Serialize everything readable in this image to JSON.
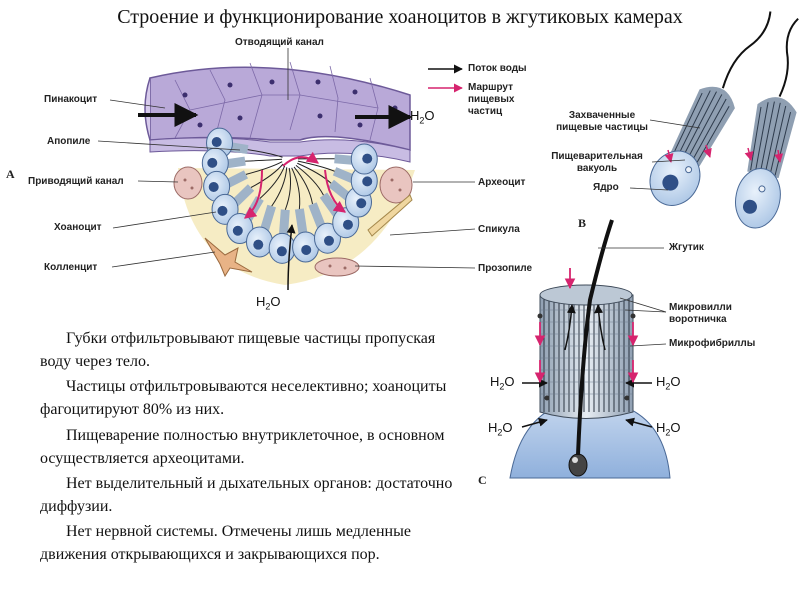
{
  "title": "Строение и функционирование хоаноцитов в жгутиковых камерах",
  "panels": {
    "a": "A",
    "b": "B",
    "c": "C"
  },
  "labels": {
    "outflow_canal": "Отводящий канал",
    "pinacocyte": "Пинакоцит",
    "apopyle": "Апопиле",
    "inflow_canal": "Приводящий канал",
    "choanocyte": "Хоаноцит",
    "collencyte": "Колленцит",
    "archaeocyte": "Археоцит",
    "spicule": "Спикула",
    "prosopyle": "Прозопиле",
    "captured_particles": "Захваченные пищевые частицы",
    "digestive_vacuole": "Пищеварительная вакуоль",
    "nucleus": "Ядро",
    "flagellum": "Жгутик",
    "collar_microvilli": "Микровилли воротничка",
    "microfibrils": "Микрофибриллы"
  },
  "legend": {
    "water_flow": "Поток воды",
    "food_route": "Маршрут пищевых частиц",
    "water_color": "#111111",
    "food_color": "#d6246e"
  },
  "water": {
    "formula_base": "H",
    "formula_sub": "2",
    "formula_tail": "O"
  },
  "paragraphs": [
    "Губки отфильтровывают пищевые частицы пропуская воду через тело.",
    "Частицы отфильтровываются неселективно; хоаноциты фагоцитируют 80% из них.",
    "Пищеварение полностью внутриклеточное, в основном осуществляется археоцитами.",
    "Нет выделительный и дыхательных органов: достаточно диффузии.",
    "Нет нервной системы. Отмечены лишь медленные движения открывающихся и закрывающихся пор."
  ],
  "colors": {
    "canal": "#b9a9d8",
    "mesohyl": "#f6ecc4",
    "cell_body": "#cfe0f2",
    "cell_nucleus": "#2f4f86",
    "archaeocyte": "#e9c5c0",
    "collencyte": "#e8b386"
  }
}
